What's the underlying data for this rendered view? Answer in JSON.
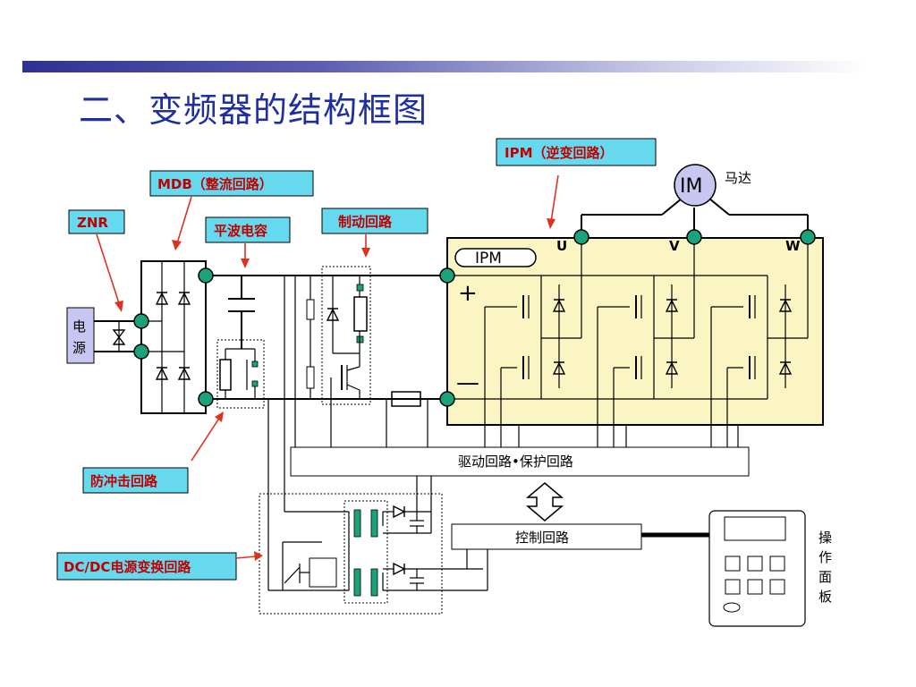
{
  "slide": {
    "title": "二、变频器的结构框图"
  },
  "labels": {
    "znr": "ZNR",
    "mdb": "MDB（整流回路）",
    "smoothing_cap": "平波电容",
    "brake_circuit": "制动回路",
    "ipm_callout": "IPM（逆变回路）",
    "motor": "IM",
    "motor_caption": "马达",
    "ipm_module": "IPM",
    "phase_u": "U",
    "phase_v": "V",
    "phase_w": "W",
    "plus": "+",
    "minus": "—",
    "power_source_1": "电",
    "power_source_2": "源",
    "inrush": "防冲击回路",
    "dcdc": "DC/DC电源变换回路",
    "drive_protect": "驱动回路•保护回路",
    "control": "控制回路",
    "panel_1": "操",
    "panel_2": "作",
    "panel_3": "面",
    "panel_4": "板"
  },
  "colors": {
    "title_text": "#1f2fa0",
    "callout_fill": "#66d9ee",
    "callout_text": "#c00000",
    "ipm_fill": "#fbf5c4",
    "node_dot": "#1aa37a",
    "arrow": "#e0301e"
  }
}
